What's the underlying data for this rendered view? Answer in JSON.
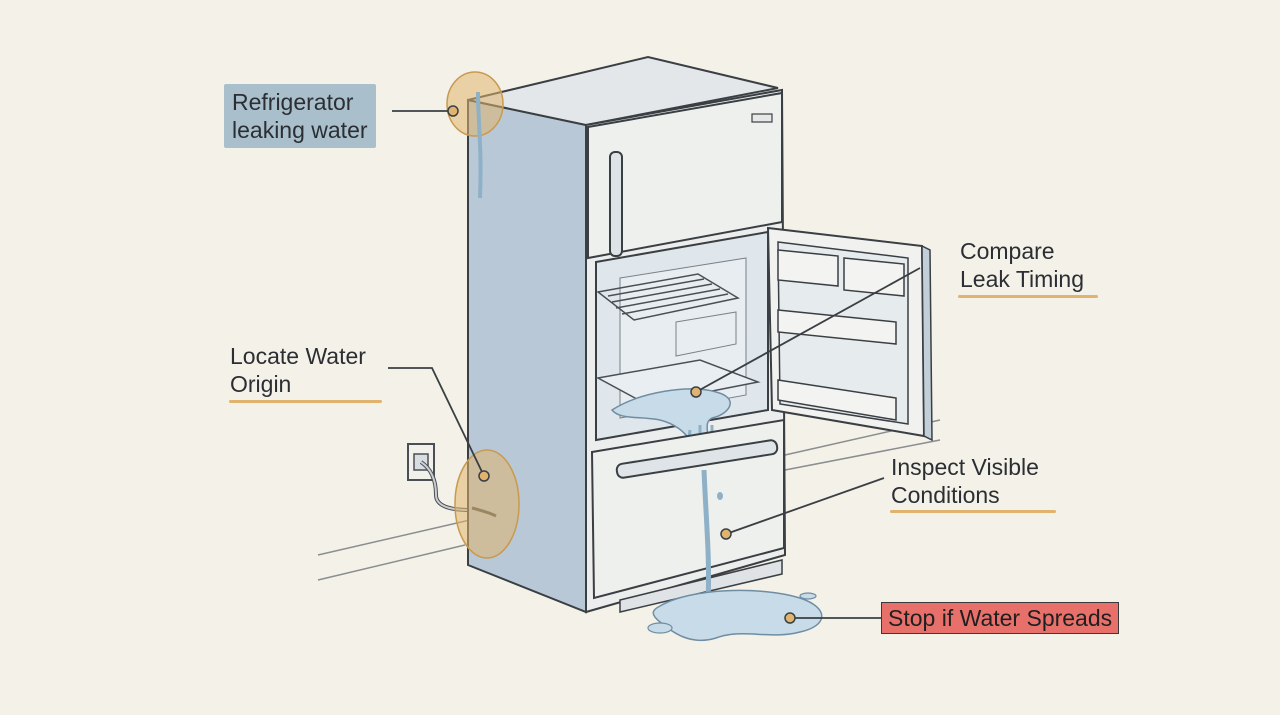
{
  "labels": {
    "refrigerator_leaking": [
      "Refrigerator",
      "leaking water"
    ],
    "compare_leak_timing": [
      "Compare",
      "Leak Timing"
    ],
    "locate_water_origin": [
      "Locate Water",
      "Origin"
    ],
    "inspect_visible_conditions": [
      "Inspect Visible",
      "Conditions"
    ],
    "stop_if_water_spreads": "Stop if Water Spreads"
  },
  "colors": {
    "background": "#f4f1e8",
    "fridge_side": "#b9c8d6",
    "fridge_front": "#eef0ee",
    "highlight": "#e0b46e",
    "label_box": "#a9bfcc",
    "warning": "#e8706b",
    "water": "#c7dbe8",
    "ink": "#3a3f44"
  }
}
